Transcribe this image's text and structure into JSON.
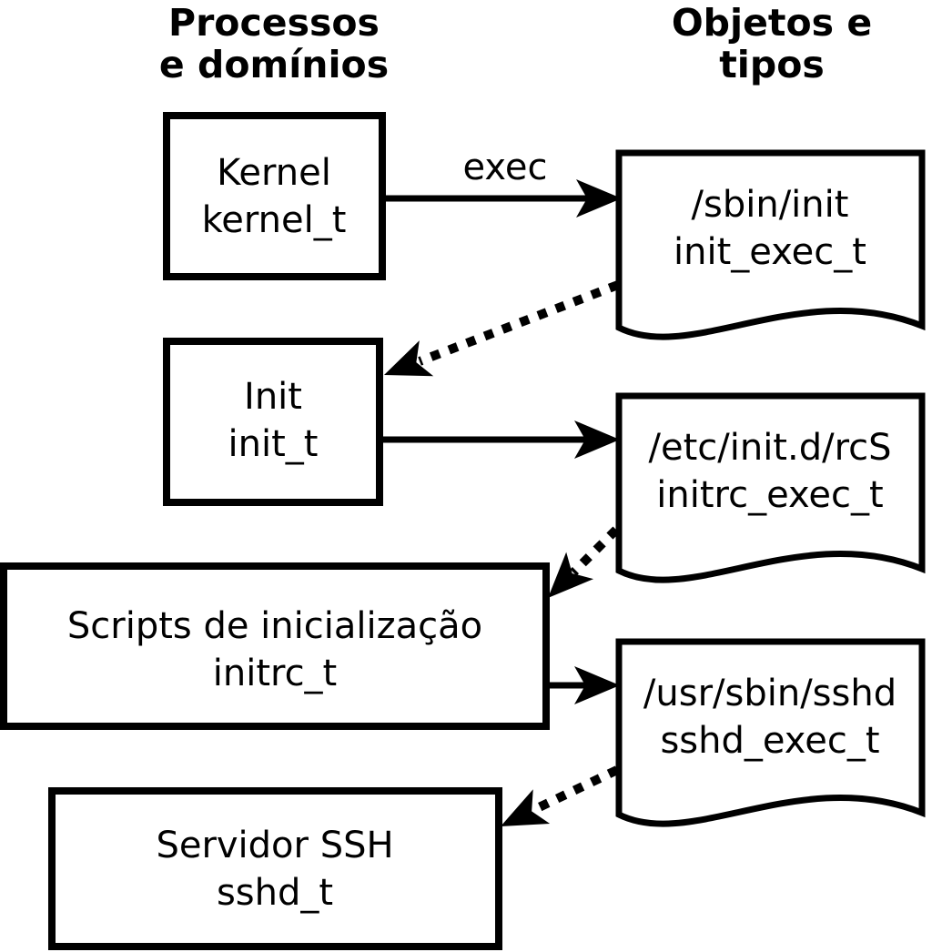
{
  "diagram": {
    "title_left": {
      "line1": "Processos",
      "line2": "e domínios"
    },
    "title_right": {
      "line1": "Objetos e",
      "line2": "tipos"
    },
    "exec_label": "exec",
    "processes": [
      {
        "name": "Kernel",
        "domain": "kernel_t"
      },
      {
        "name": "Init",
        "domain": "init_t"
      },
      {
        "name": "Scripts de inicialização",
        "domain": "initrc_t"
      },
      {
        "name": "Servidor SSH",
        "domain": "sshd_t"
      }
    ],
    "objects": [
      {
        "path": "/sbin/init",
        "type": "init_exec_t"
      },
      {
        "path": "/etc/init.d/rcS",
        "type": "initrc_exec_t"
      },
      {
        "path": "/usr/sbin/sshd",
        "type": "sshd_exec_t"
      }
    ],
    "flows": [
      {
        "from": "kernel_t",
        "label": "exec",
        "to": "init_exec_t",
        "style": "solid"
      },
      {
        "from": "init_exec_t",
        "to": "init_t",
        "style": "dotted"
      },
      {
        "from": "init_t",
        "to": "initrc_exec_t",
        "style": "solid"
      },
      {
        "from": "initrc_exec_t",
        "to": "initrc_t",
        "style": "dotted"
      },
      {
        "from": "initrc_t",
        "to": "sshd_exec_t",
        "style": "solid"
      },
      {
        "from": "sshd_exec_t",
        "to": "sshd_t",
        "style": "dotted"
      }
    ],
    "colors": {
      "ink": "#000000",
      "background": "#ffffff"
    }
  }
}
